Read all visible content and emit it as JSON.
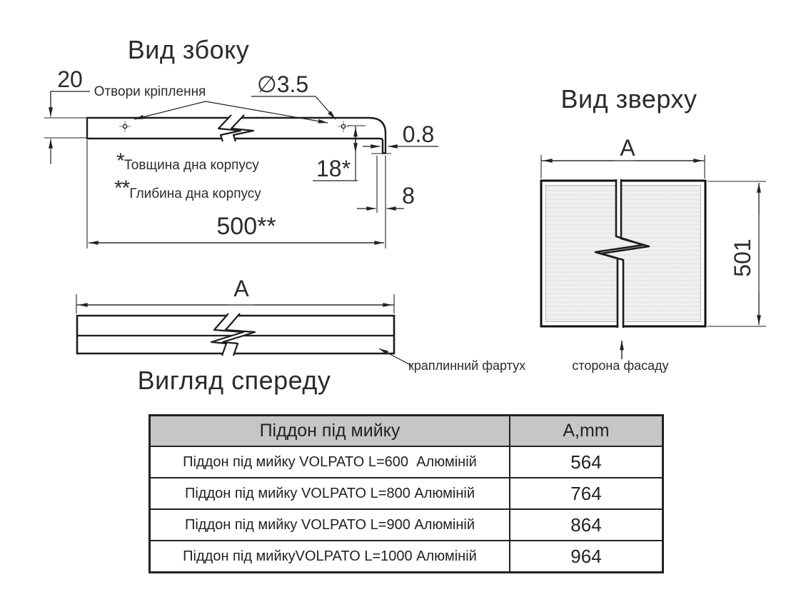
{
  "side_view": {
    "title": "Вид збоку",
    "dim_height": "20",
    "holes_label": "Отвори кріплення",
    "hole_diameter": "∅3.5",
    "dim_lip_thickness": "0.8",
    "dim_18": "18*",
    "dim_8": "8",
    "dim_depth": "500**",
    "footnote_1_marker": "*",
    "footnote_1_text": "Товщина дна корпусу",
    "footnote_2_marker": "**",
    "footnote_2_text": "Глибина дна корпусу"
  },
  "top_view": {
    "title": "Вид зверху",
    "dim_width": "A",
    "dim_depth": "501",
    "facade_label": "сторона фасаду"
  },
  "front_view": {
    "title": "Вигляд спереду",
    "dim_width": "A",
    "apron_label": "краплинний фартух"
  },
  "table": {
    "header": {
      "name": "Піддон під мийку",
      "dim": "A,mm"
    },
    "rows": [
      {
        "name": "Піддон під мийку VOLPATO L=600  Алюміній",
        "a_mm": "564"
      },
      {
        "name": "Піддон під мийку VOLPATO L=800 Алюміній",
        "a_mm": "764"
      },
      {
        "name": "Піддон під мийку VOLPATO L=900 Алюміній",
        "a_mm": "864"
      },
      {
        "name": "Піддон під мийкуVOLPATO L=1000 Алюміній",
        "a_mm": "964"
      }
    ]
  },
  "colors": {
    "line": "#222222",
    "text": "#2b2b2b",
    "table_header_bg": "#c6c6c6",
    "hatch_fill": "#f1f1f1",
    "hatch_stroke": "#dcdcdc"
  }
}
